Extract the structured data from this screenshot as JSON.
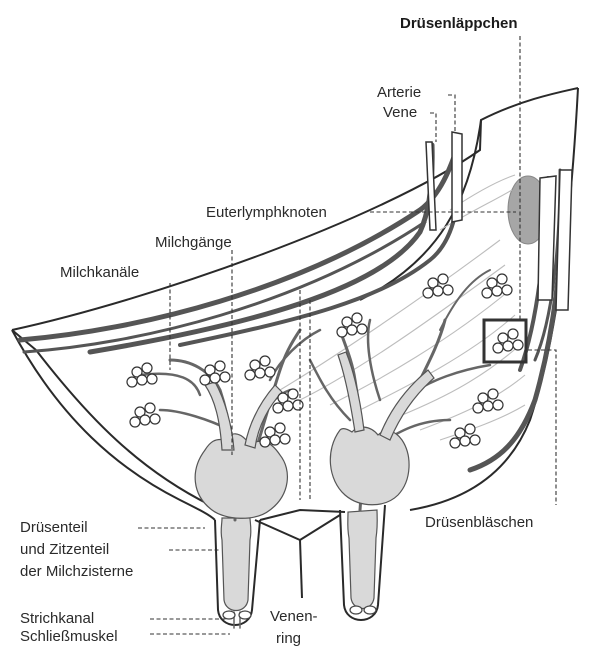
{
  "labels": {
    "druesenlaeppchen": "Drüsenläppchen",
    "arterie": "Arterie",
    "vene": "Vene",
    "euterlymphknoten": "Euterlymphknoten",
    "milchgaenge": "Milchgänge",
    "milchkanaele": "Milchkanäle",
    "druesenteil": "Drüsenteil",
    "zitzenteil": "und Zitzenteil",
    "milchzisterne": "der Milchzisterne",
    "strichkanal": "Strichkanal",
    "schliessmuskel": "Schließmuskel",
    "venenring_1": "Venen-",
    "venenring_2": "ring",
    "druesenblaeschen": "Drüsenbläschen"
  },
  "colors": {
    "ink": "#2a2a2a",
    "cistern_fill": "#d9d9d9",
    "lymph_node_fill": "#a6a6a6",
    "vessel": "#555555"
  }
}
